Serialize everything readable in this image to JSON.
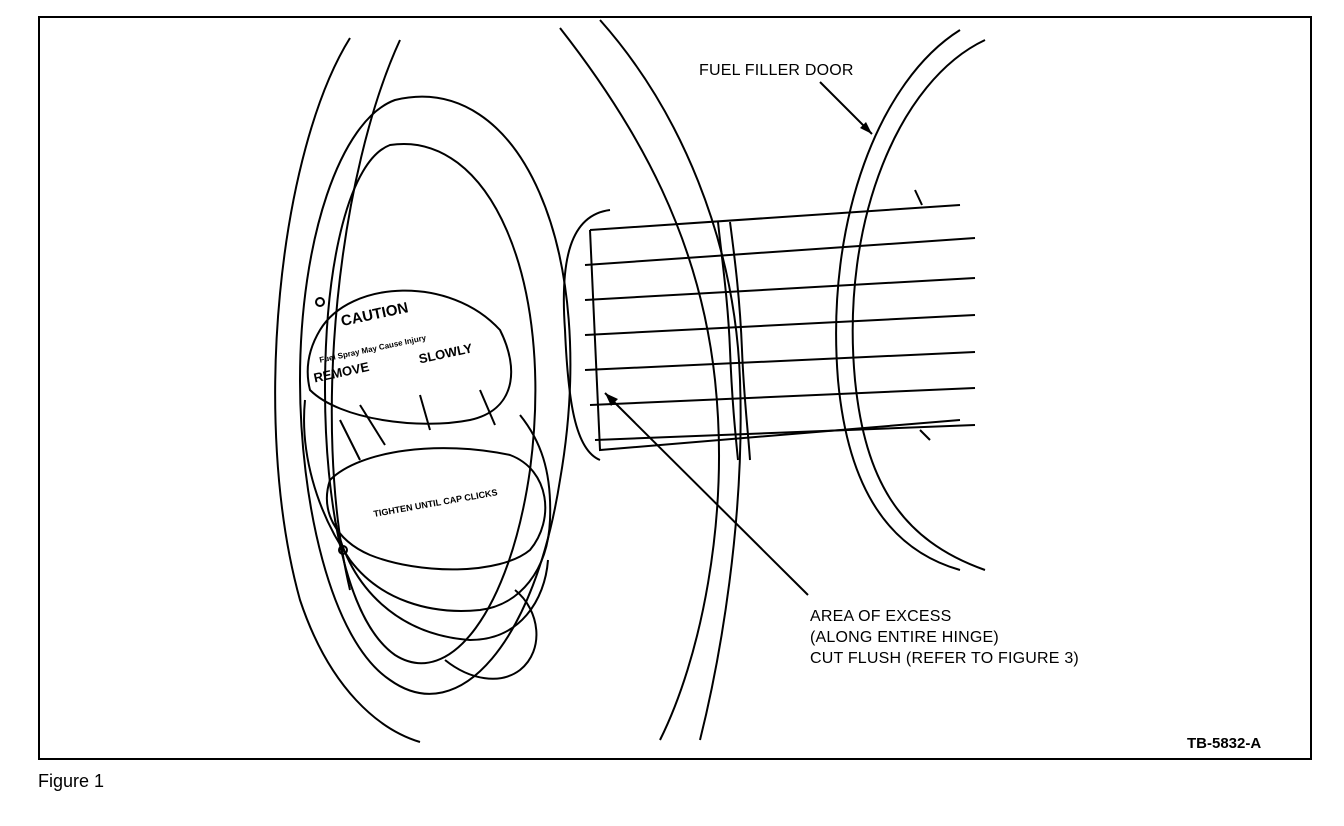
{
  "labels": {
    "fuel_filler_door": "FUEL FILLER DOOR",
    "excess_lines": [
      "AREA OF EXCESS",
      "(ALONG ENTIRE HINGE)",
      "CUT FLUSH (REFER TO FIGURE 3)"
    ]
  },
  "cap": {
    "caution": "CAUTION",
    "warning_small": "Fuel Spray May Cause Injury",
    "remove": "REMOVE",
    "slowly": "SLOWLY",
    "lower_text": "TIGHTEN UNTIL CAP CLICKS"
  },
  "figure_id": "TB-5832-A",
  "caption": "Figure 1"
}
